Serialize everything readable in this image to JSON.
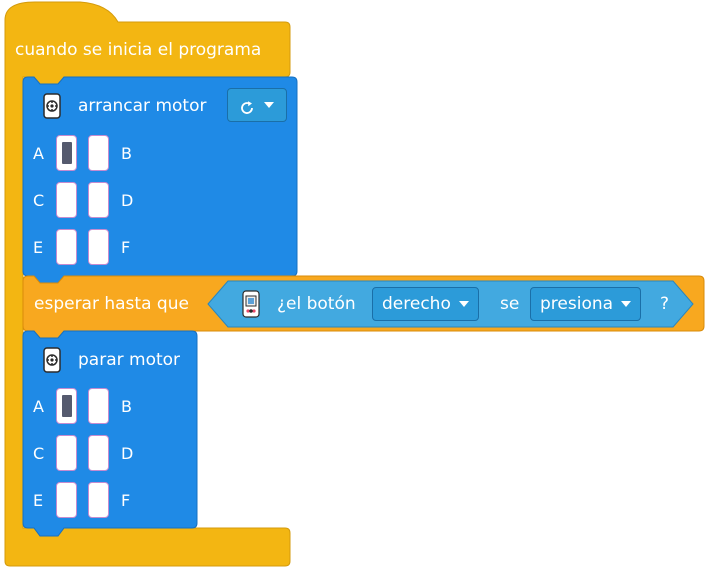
{
  "colors": {
    "event": "#f3b612",
    "control": "#f8a81f",
    "motor": "#1f8ae6",
    "sensor": "#42a9e0",
    "dropdown": "#2c9bd9"
  },
  "program": {
    "hat_label": "cuando se inicia el programa",
    "start_motor": {
      "icon": "motor-icon",
      "label": "arrancar motor",
      "direction_icon": "rotate-clockwise-icon",
      "ports": [
        "A",
        "B",
        "C",
        "D",
        "E",
        "F"
      ],
      "selected_ports": [
        "A"
      ]
    },
    "wait": {
      "label": "esperar hasta que",
      "condition": {
        "icon": "hub-button-icon",
        "question": "¿el botón",
        "button_value": "derecho",
        "connector": "se",
        "state_value": "presiona",
        "question_mark": "?"
      }
    },
    "stop_motor": {
      "icon": "motor-icon",
      "label": "parar motor",
      "ports": [
        "A",
        "B",
        "C",
        "D",
        "E",
        "F"
      ],
      "selected_ports": [
        "A"
      ]
    }
  }
}
